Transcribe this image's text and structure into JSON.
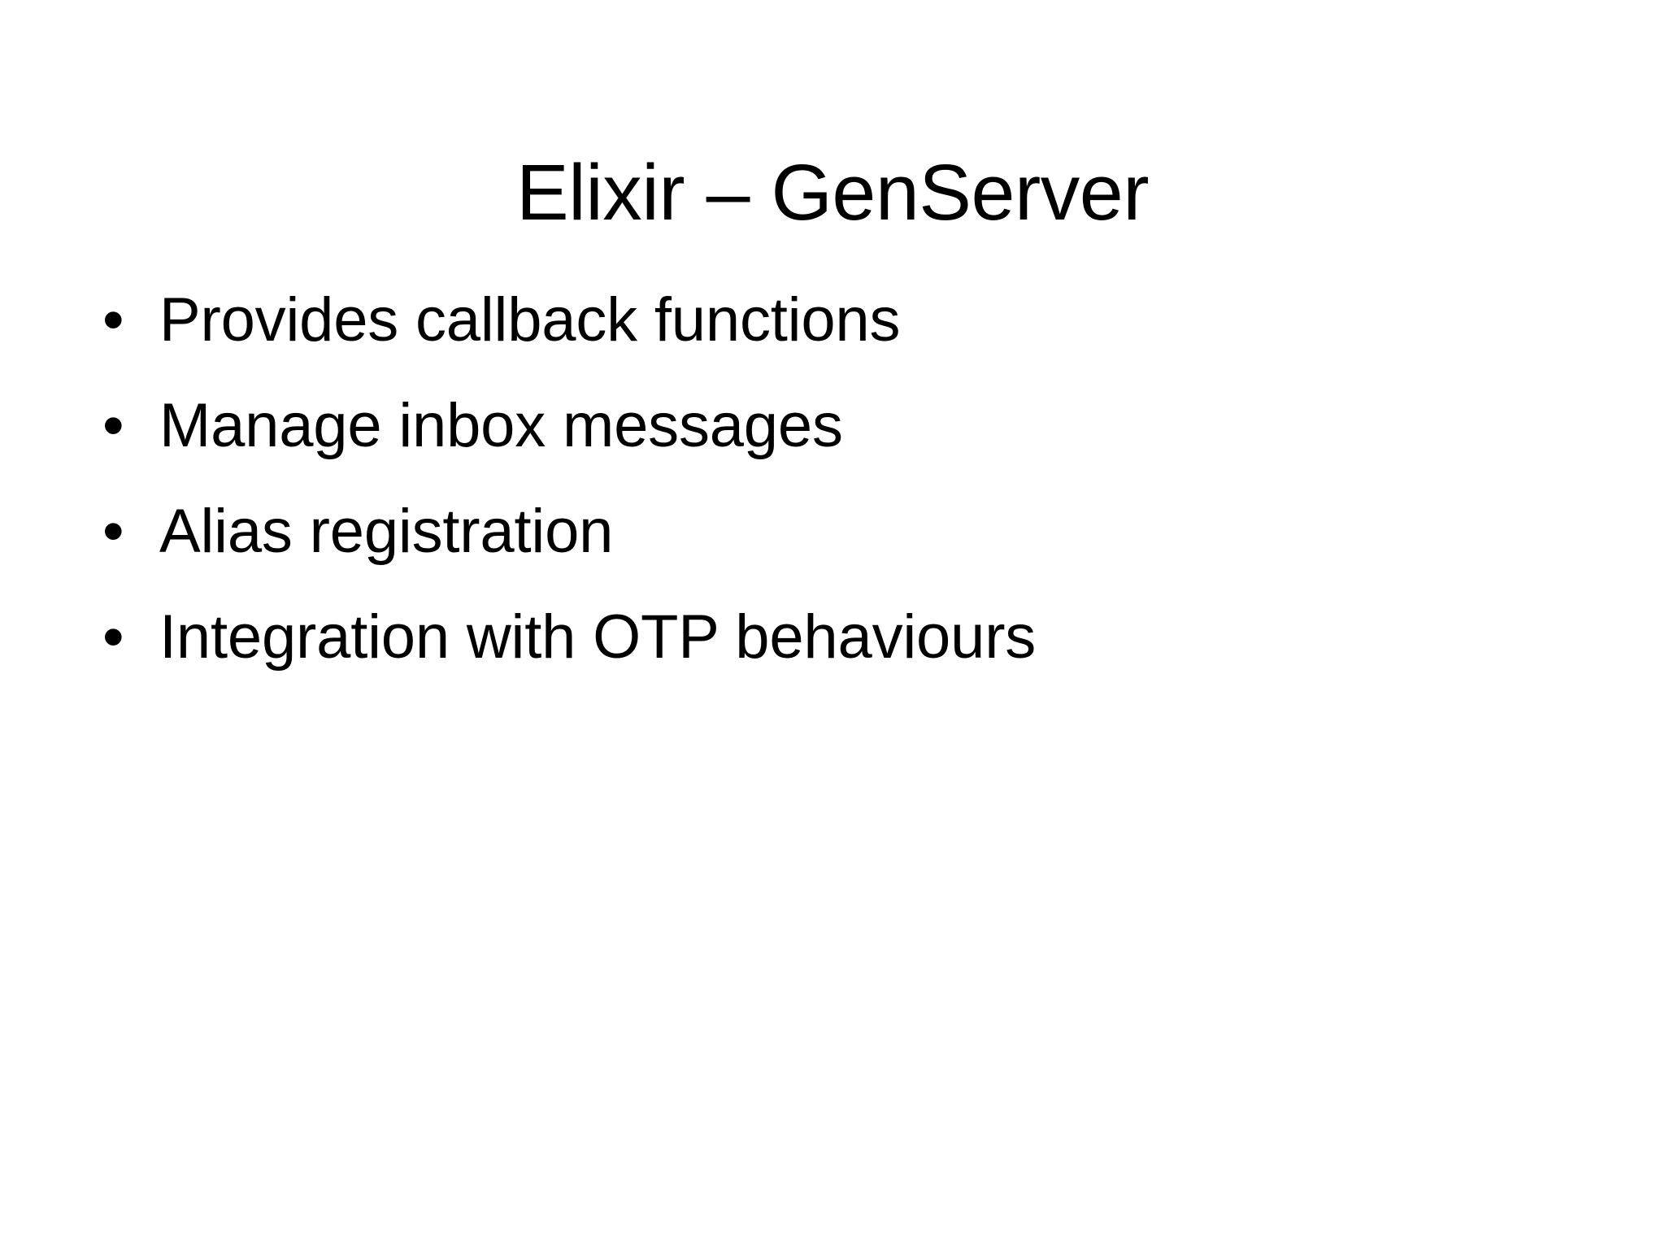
{
  "slide": {
    "title": "Elixir – GenServer",
    "background_color": "#ffffff",
    "text_color": "#000000",
    "bullet_glyph": "•",
    "bullets": [
      {
        "text": "Provides callback functions"
      },
      {
        "text": "Manage inbox messages"
      },
      {
        "text": "Alias registration"
      },
      {
        "text": "Integration with OTP behaviours"
      }
    ]
  }
}
